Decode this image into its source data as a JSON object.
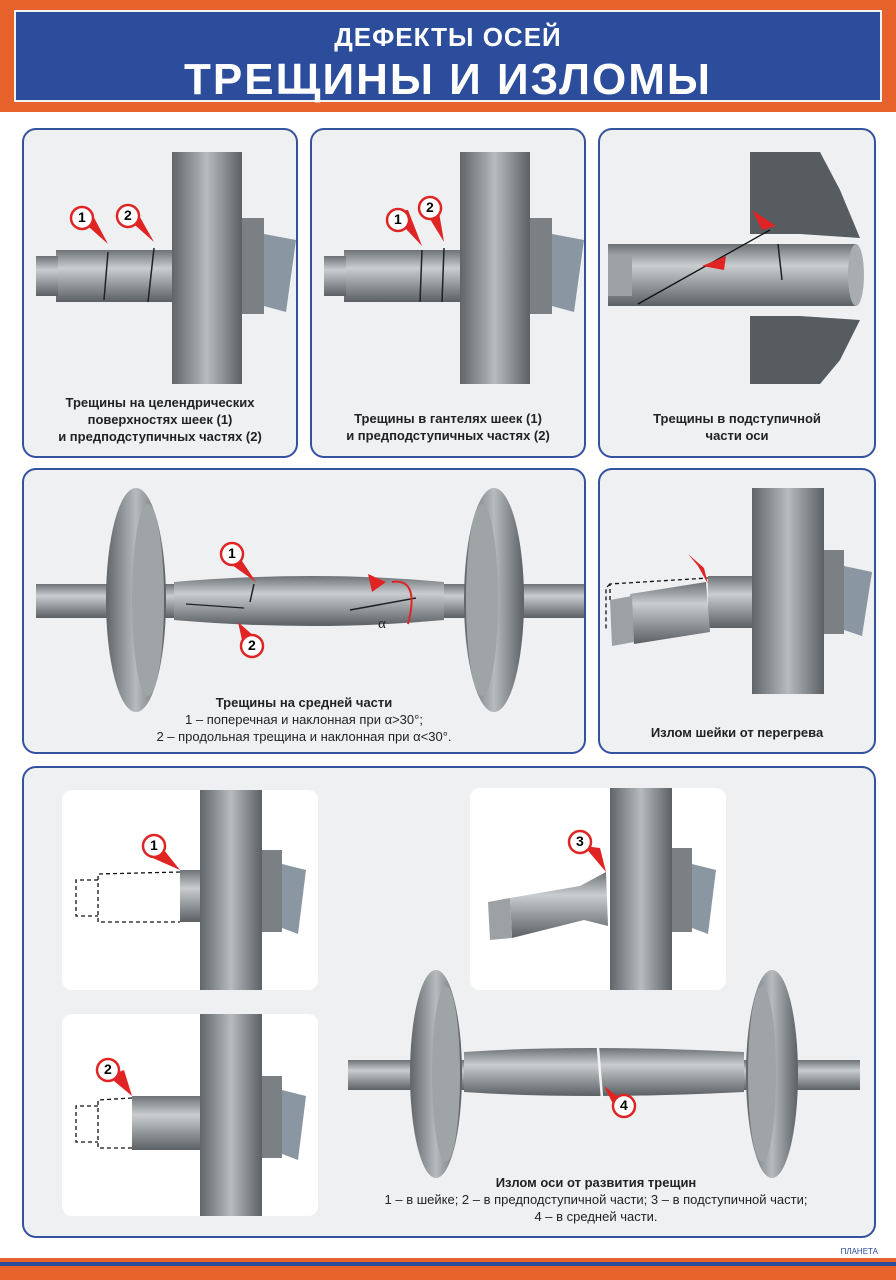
{
  "header": {
    "subtitle": "ДЕФЕКТЫ ОСЕЙ",
    "title": "ТРЕЩИНЫ И ИЗЛОМЫ"
  },
  "panels": {
    "p1": {
      "caption": [
        "Трещины на целендрических",
        "поверхностях шеек (1)",
        "и предподступичных частях (2)"
      ],
      "markers": [
        "1",
        "2"
      ]
    },
    "p2": {
      "caption": [
        "Трещины в гантелях шеек (1)",
        "и предподступичных частях (2)"
      ],
      "markers": [
        "1",
        "2"
      ]
    },
    "p3": {
      "caption": [
        "Трещины в подступичной",
        "части оси"
      ]
    },
    "p4": {
      "caption_title": "Трещины на средней части",
      "caption_line1": "1 – поперечная и наклонная при α>30°;",
      "caption_line2": "2 – продольная трещина и наклонная при α<30°.",
      "angle_label": "α",
      "markers": [
        "1",
        "2"
      ]
    },
    "p5": {
      "caption": "Излом шейки от перегрева"
    },
    "p6": {
      "caption_title": "Излом оси от развития трещин",
      "caption_line1": "1 – в шейке; 2 – в предподступичной части; 3 – в подступичной части;",
      "caption_line2": "4 – в средней части.",
      "markers": [
        "1",
        "2",
        "3",
        "4"
      ]
    }
  },
  "brand": "ПЛАНЕТА",
  "colors": {
    "accent_orange": "#e8622c",
    "brand_blue": "#2b4d9c",
    "marker_red": "#e02424",
    "metal": "#8e9498"
  }
}
